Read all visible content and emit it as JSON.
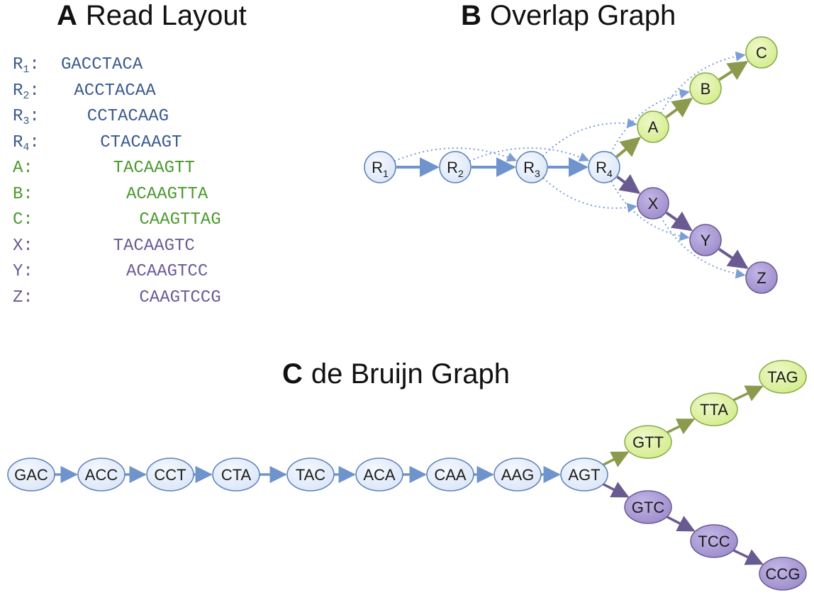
{
  "panels": {
    "a": {
      "letter": "A",
      "title": "Read Layout"
    },
    "b": {
      "letter": "B",
      "title": "Overlap Graph"
    },
    "c": {
      "letter": "C",
      "title": "de Bruijn Graph"
    }
  },
  "reads": [
    {
      "label": "R",
      "sub": "1",
      "colon": ":",
      "seq": "GACCTACA",
      "offset": 0,
      "group": "blue"
    },
    {
      "label": "R",
      "sub": "2",
      "colon": ":",
      "seq": "ACCTACAA",
      "offset": 1,
      "group": "blue"
    },
    {
      "label": "R",
      "sub": "3",
      "colon": ":",
      "seq": "CCTACAAG",
      "offset": 2,
      "group": "blue"
    },
    {
      "label": "R",
      "sub": "4",
      "colon": ":",
      "seq": "CTACAAGT",
      "offset": 3,
      "group": "blue"
    },
    {
      "label": "A",
      "sub": "",
      "colon": ":",
      "seq": "TACAAGTT",
      "offset": 4,
      "group": "green"
    },
    {
      "label": "B",
      "sub": "",
      "colon": ":",
      "seq": "ACAAGTTA",
      "offset": 5,
      "group": "green"
    },
    {
      "label": "C",
      "sub": "",
      "colon": ":",
      "seq": "CAAGTTAG",
      "offset": 6,
      "group": "green"
    },
    {
      "label": "X",
      "sub": "",
      "colon": ":",
      "seq": "TACAAGTC",
      "offset": 4,
      "group": "purple"
    },
    {
      "label": "Y",
      "sub": "",
      "colon": ":",
      "seq": "ACAAGTCC",
      "offset": 5,
      "group": "purple"
    },
    {
      "label": "Z",
      "sub": "",
      "colon": ":",
      "seq": "CAAGTCCG",
      "offset": 6,
      "group": "purple"
    }
  ],
  "colors": {
    "blue_text": "#3b5a8c",
    "green_text": "#4a9a2e",
    "purple_text": "#6b5a96",
    "blue_node": "#dbe6f7",
    "green_node": "#d4ec8c",
    "purple_node": "#9d8ccb",
    "blue_edge": "#6f93cc",
    "green_edge": "#8c9a4e",
    "purple_edge": "#6a5a92",
    "dotted_edge": "#7b9ed6"
  },
  "overlap_graph": {
    "nodes": [
      {
        "id": "R1",
        "label": "R",
        "sub": "1",
        "group": "blue"
      },
      {
        "id": "R2",
        "label": "R",
        "sub": "2",
        "group": "blue"
      },
      {
        "id": "R3",
        "label": "R",
        "sub": "3",
        "group": "blue"
      },
      {
        "id": "R4",
        "label": "R",
        "sub": "4",
        "group": "blue"
      },
      {
        "id": "A",
        "label": "A",
        "sub": "",
        "group": "green"
      },
      {
        "id": "B",
        "label": "B",
        "sub": "",
        "group": "green"
      },
      {
        "id": "C",
        "label": "C",
        "sub": "",
        "group": "green"
      },
      {
        "id": "X",
        "label": "X",
        "sub": "",
        "group": "purple"
      },
      {
        "id": "Y",
        "label": "Y",
        "sub": "",
        "group": "purple"
      },
      {
        "id": "Z",
        "label": "Z",
        "sub": "",
        "group": "purple"
      }
    ],
    "solid_edges": [
      {
        "from": "R1",
        "to": "R2",
        "group": "blue"
      },
      {
        "from": "R2",
        "to": "R3",
        "group": "blue"
      },
      {
        "from": "R3",
        "to": "R4",
        "group": "blue"
      },
      {
        "from": "R4",
        "to": "A",
        "group": "green"
      },
      {
        "from": "A",
        "to": "B",
        "group": "green"
      },
      {
        "from": "B",
        "to": "C",
        "group": "green"
      },
      {
        "from": "R4",
        "to": "X",
        "group": "purple"
      },
      {
        "from": "X",
        "to": "Y",
        "group": "purple"
      },
      {
        "from": "Y",
        "to": "Z",
        "group": "purple"
      }
    ],
    "dotted_edges": [
      {
        "from": "R1",
        "to": "R3"
      },
      {
        "from": "R2",
        "to": "R4"
      },
      {
        "from": "R3",
        "to": "A"
      },
      {
        "from": "R3",
        "to": "X"
      },
      {
        "from": "R4",
        "to": "B"
      },
      {
        "from": "R4",
        "to": "Y"
      },
      {
        "from": "A",
        "to": "C"
      },
      {
        "from": "X",
        "to": "Z"
      }
    ]
  },
  "debruijn_graph": {
    "nodes": [
      {
        "id": "GAC",
        "label": "GAC",
        "group": "blue"
      },
      {
        "id": "ACC",
        "label": "ACC",
        "group": "blue"
      },
      {
        "id": "CCT",
        "label": "CCT",
        "group": "blue"
      },
      {
        "id": "CTA",
        "label": "CTA",
        "group": "blue"
      },
      {
        "id": "TAC",
        "label": "TAC",
        "group": "blue"
      },
      {
        "id": "ACA",
        "label": "ACA",
        "group": "blue"
      },
      {
        "id": "CAA",
        "label": "CAA",
        "group": "blue"
      },
      {
        "id": "AAG",
        "label": "AAG",
        "group": "blue"
      },
      {
        "id": "AGT",
        "label": "AGT",
        "group": "blue"
      },
      {
        "id": "GTT",
        "label": "GTT",
        "group": "green"
      },
      {
        "id": "TTA",
        "label": "TTA",
        "group": "green"
      },
      {
        "id": "TAG",
        "label": "TAG",
        "group": "green"
      },
      {
        "id": "GTC",
        "label": "GTC",
        "group": "purple"
      },
      {
        "id": "TCC",
        "label": "TCC",
        "group": "purple"
      },
      {
        "id": "CCG",
        "label": "CCG",
        "group": "purple"
      }
    ],
    "edges": [
      {
        "from": "GAC",
        "to": "ACC",
        "group": "blue"
      },
      {
        "from": "ACC",
        "to": "CCT",
        "group": "blue"
      },
      {
        "from": "CCT",
        "to": "CTA",
        "group": "blue"
      },
      {
        "from": "CTA",
        "to": "TAC",
        "group": "blue"
      },
      {
        "from": "TAC",
        "to": "ACA",
        "group": "blue"
      },
      {
        "from": "ACA",
        "to": "CAA",
        "group": "blue"
      },
      {
        "from": "CAA",
        "to": "AAG",
        "group": "blue"
      },
      {
        "from": "AAG",
        "to": "AGT",
        "group": "blue"
      },
      {
        "from": "AGT",
        "to": "GTT",
        "group": "green"
      },
      {
        "from": "GTT",
        "to": "TTA",
        "group": "green"
      },
      {
        "from": "TTA",
        "to": "TAG",
        "group": "green"
      },
      {
        "from": "AGT",
        "to": "GTC",
        "group": "purple"
      },
      {
        "from": "GTC",
        "to": "TCC",
        "group": "purple"
      },
      {
        "from": "TCC",
        "to": "CCG",
        "group": "purple"
      }
    ]
  }
}
